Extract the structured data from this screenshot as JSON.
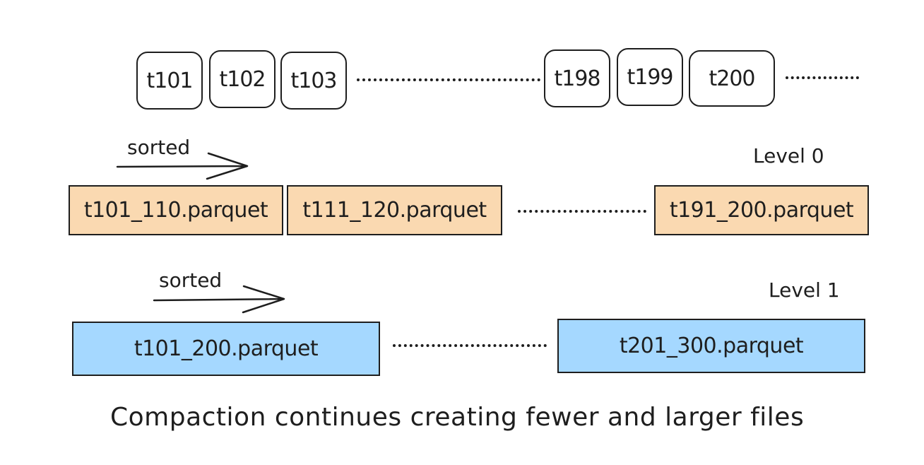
{
  "tables": [
    "t101",
    "t102",
    "t103",
    "t198",
    "t199",
    "t200"
  ],
  "level0": {
    "label": "Level 0",
    "sorted_label": "sorted",
    "files": [
      "t101_110.parquet",
      "t111_120.parquet",
      "t191_200.parquet"
    ]
  },
  "level1": {
    "label": "Level 1",
    "sorted_label": "sorted",
    "files": [
      "t101_200.parquet",
      "t201_300.parquet"
    ]
  },
  "caption": "Compaction continues creating fewer and larger files",
  "colors": {
    "level0_fill": "#fad9b1",
    "level1_fill": "#a5d8ff",
    "stroke": "#1e1e1e"
  }
}
